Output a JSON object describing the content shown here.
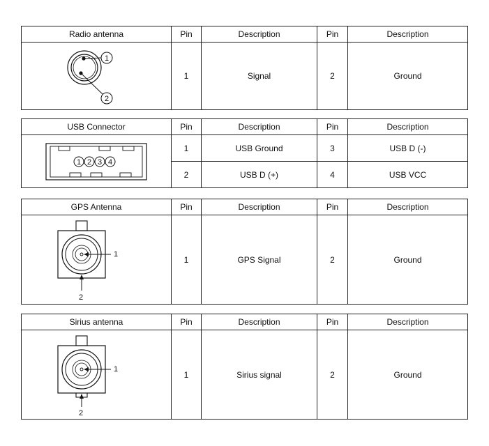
{
  "tables": [
    {
      "connector": "Radio antenna",
      "header": {
        "pin": "Pin",
        "description": "Description"
      },
      "rows": [
        {
          "pin_a": "1",
          "desc_a": "Signal",
          "pin_b": "2",
          "desc_b": "Ground"
        }
      ],
      "callouts": [
        "1",
        "2"
      ]
    },
    {
      "connector": "USB Connector",
      "header": {
        "pin": "Pin",
        "description": "Description"
      },
      "rows": [
        {
          "pin_a": "1",
          "desc_a": "USB Ground",
          "pin_b": "3",
          "desc_b": "USB D (-)"
        },
        {
          "pin_a": "2",
          "desc_a": "USB D (+)",
          "pin_b": "4",
          "desc_b": "USB VCC"
        }
      ],
      "callouts": [
        "1",
        "2",
        "3",
        "4"
      ]
    },
    {
      "connector": "GPS Antenna",
      "header": {
        "pin": "Pin",
        "description": "Description"
      },
      "rows": [
        {
          "pin_a": "1",
          "desc_a": "GPS Signal",
          "pin_b": "2",
          "desc_b": "Ground"
        }
      ],
      "callouts": [
        "1",
        "2"
      ]
    },
    {
      "connector": "Sirius antenna",
      "header": {
        "pin": "Pin",
        "description": "Description"
      },
      "rows": [
        {
          "pin_a": "1",
          "desc_a": "Sirius signal",
          "pin_b": "2",
          "desc_b": "Ground"
        }
      ],
      "callouts": [
        "1",
        "2"
      ]
    }
  ]
}
